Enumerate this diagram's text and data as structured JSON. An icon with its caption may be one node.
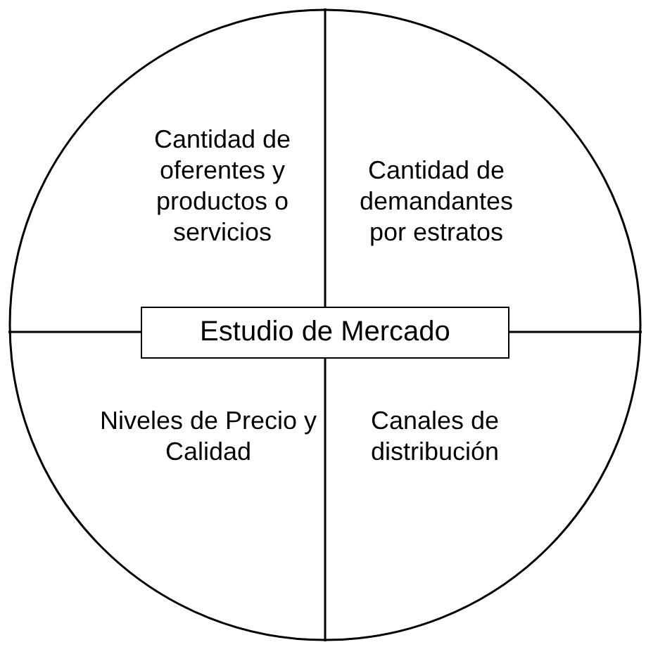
{
  "diagram": {
    "nodes": [
      {
        "text": [],
        "shape": "circle"
      },
      {
        "text": [
          "Cantidad de oferentes y productos o servicios"
        ],
        "in": 0
      },
      {
        "text": [
          "Cantidad de demandantes por estratos"
        ],
        "in": 0
      },
      {
        "text": [
          "Estudio de Mercado"
        ],
        "in": 0
      },
      {
        "text": [
          "Niveles de Precio y Calidad"
        ],
        "in": 0
      },
      {
        "text": [
          "Canales de distribución"
        ],
        "in": 0
      }
    ]
  }
}
